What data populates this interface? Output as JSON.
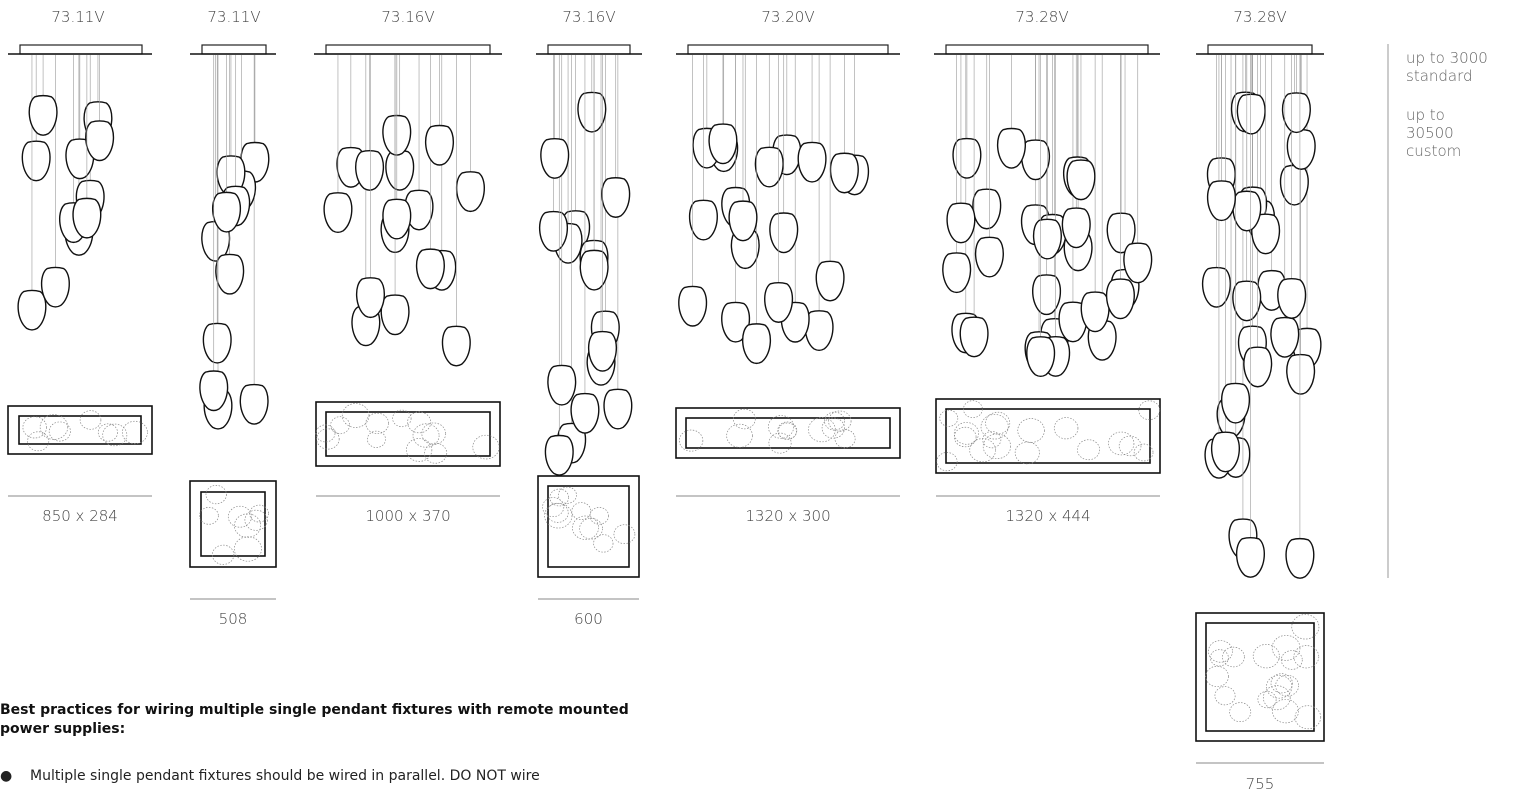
{
  "fixtures": [
    {
      "model": "73.11V",
      "dimension": "850 x 284"
    },
    {
      "model": "73.11V",
      "dimension": "508"
    },
    {
      "model": "73.16V",
      "dimension": "1000 x 370"
    },
    {
      "model": "73.16V",
      "dimension": "600"
    },
    {
      "model": "73.20V",
      "dimension": "1320 x 300"
    },
    {
      "model": "73.28V",
      "dimension": "1320 x 444"
    },
    {
      "model": "73.28V",
      "dimension": "755"
    }
  ],
  "drop_length": {
    "standard": "up to 3000 standard",
    "custom": "up to 30500 custom"
  },
  "best_practices": {
    "title": "Best practices for wiring multiple single pendant fixtures with remote mounted power supplies:",
    "items": [
      "Multiple single pendant fixtures should be wired in parallel. DO NOT wire"
    ]
  }
}
